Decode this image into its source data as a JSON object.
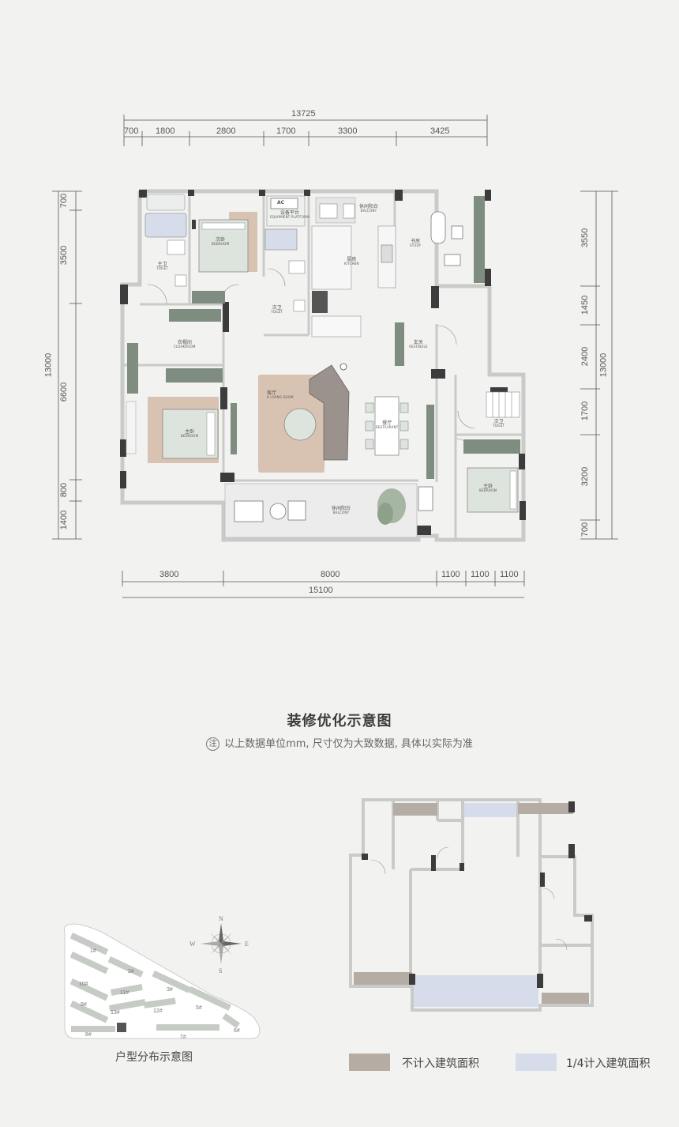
{
  "dimensions": {
    "top_total": "13725",
    "top_segments": [
      "700",
      "1800",
      "2800",
      "1700",
      "3300",
      "3425"
    ],
    "bottom_total": "15100",
    "bottom_segments": [
      "3800",
      "8000",
      "1100",
      "1100",
      "1100"
    ],
    "left_total": "13000",
    "left_segments": [
      "700",
      "3500",
      "6600",
      "800",
      "1400"
    ],
    "right_total": "13000",
    "right_segments": [
      "3550",
      "1450",
      "2400",
      "1700",
      "3200",
      "700"
    ]
  },
  "rooms": {
    "second_bedroom": {
      "cn": "次卧",
      "en": "BEDROOM"
    },
    "equipment": {
      "cn": "设备平台",
      "en": "EQUIPMENT PLATFORM",
      "ac": "AC"
    },
    "leisure_balcony_top": {
      "cn": "休闲阳台",
      "en": "BALCONY"
    },
    "kitchen": {
      "cn": "厨房",
      "en": "KITCHEN"
    },
    "study": {
      "cn": "书房",
      "en": "STUDY"
    },
    "master_toilet": {
      "cn": "主卫",
      "en": "TOILET"
    },
    "second_toilet": {
      "cn": "次卫",
      "en": "TOILET"
    },
    "cloakroom": {
      "cn": "衣帽间",
      "en": "CLOAKROOM"
    },
    "vestibule": {
      "cn": "玄关",
      "en": "VESTIBULE"
    },
    "living_room": {
      "cn": "客厅",
      "en": "A LIVING ROOM"
    },
    "master_bedroom": {
      "cn": "主卧",
      "en": "BEDROOM"
    },
    "restaurant": {
      "cn": "餐厅",
      "en": "RESTAURANT"
    },
    "toilet_right": {
      "cn": "次卫",
      "en": "TOILET"
    },
    "bedroom_right": {
      "cn": "主卧",
      "en": "BEDROOM"
    },
    "leisure_balcony_bottom": {
      "cn": "休闲阳台",
      "en": "BALCONY"
    }
  },
  "title": "装修优化示意图",
  "note": {
    "symbol": "注",
    "text": "以上数据单位mm, 尺寸仅为大致数据, 具体以实际为准"
  },
  "keyplan": {
    "label": "户型分布示意图",
    "compass": {
      "n": "N",
      "s": "S",
      "e": "E",
      "w": "W"
    },
    "buildings": [
      "1#",
      "2#",
      "3#",
      "5#",
      "6#",
      "7#",
      "8#",
      "9#",
      "10#",
      "11#",
      "12#",
      "13#"
    ]
  },
  "legend": {
    "not_counted": {
      "label": "不计入建筑面积",
      "color": "#b5aca3"
    },
    "quarter_counted": {
      "label": "1/4计入建筑面积",
      "color": "#d6dcea"
    }
  },
  "colors": {
    "wall": "#3c3c3c",
    "wall_light": "#c9cbc9",
    "accent_green": "#7f8d80",
    "rug": "#d8c2b2",
    "bed_cover": "#dde3dd"
  }
}
